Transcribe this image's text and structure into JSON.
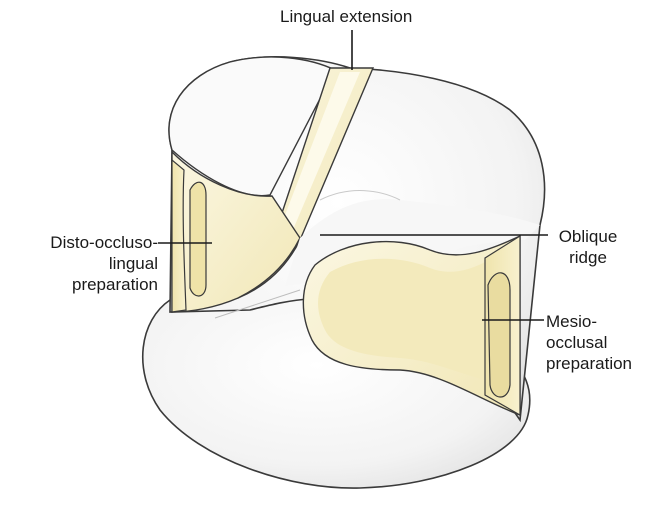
{
  "colors": {
    "enamel": "#f1f1f1",
    "enamel_shade": "#dedede",
    "outline": "#3a3a3a",
    "preparation_fill": "#f5edc0",
    "preparation_light": "#fbf7e2",
    "preparation_wall": "#e6dba0",
    "leader_line": "#1a1a1a"
  },
  "labels": {
    "lingual_extension": "Lingual extension",
    "disto_occluso_lingual": [
      "Disto-occluso-",
      "lingual",
      "preparation"
    ],
    "oblique_ridge": [
      "Oblique",
      "ridge"
    ],
    "mesio_occlusal": [
      "Mesio-",
      "occlusal",
      "preparation"
    ]
  }
}
